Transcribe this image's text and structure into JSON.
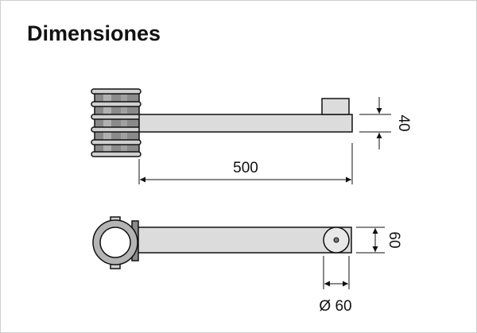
{
  "title": "Dimensiones",
  "dimensions": {
    "length": "500",
    "height": "40",
    "width": "60",
    "diameter": "Ø 60"
  },
  "colors": {
    "part_fill": "#dcdcdc",
    "part_dark": "#8a8a8a",
    "outline": "#111111",
    "border": "#cfcfcf"
  }
}
